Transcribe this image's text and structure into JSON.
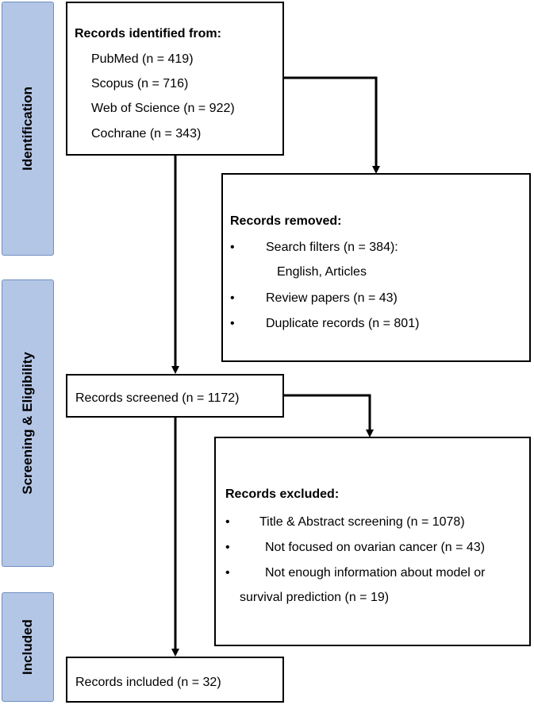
{
  "stages": {
    "identification": "Identification",
    "screening": "Screening & Eligibility",
    "included": "Included"
  },
  "identified": {
    "title": "Records identified from:",
    "sources": [
      "PubMed (n = 419)",
      "Scopus (n = 716)",
      "Web of Science (n = 922)",
      "Cochrane (n = 343)"
    ]
  },
  "removed": {
    "title": "Records removed:",
    "bullet": "•",
    "items": [
      "Search filters (n = 384):",
      "English, Articles",
      "Review papers (n = 43)",
      "Duplicate records (n = 801)"
    ]
  },
  "screened": {
    "text": "Records screened (n = 1172)"
  },
  "excluded": {
    "title": "Records excluded:",
    "bullet": "•",
    "items": [
      "Title & Abstract screening (n = 1078)",
      "Not focused on ovarian cancer (n = 43)",
      "Not enough information about model or",
      "survival prediction (n = 19)"
    ]
  },
  "included": {
    "text": "Records included (n = 32)"
  }
}
